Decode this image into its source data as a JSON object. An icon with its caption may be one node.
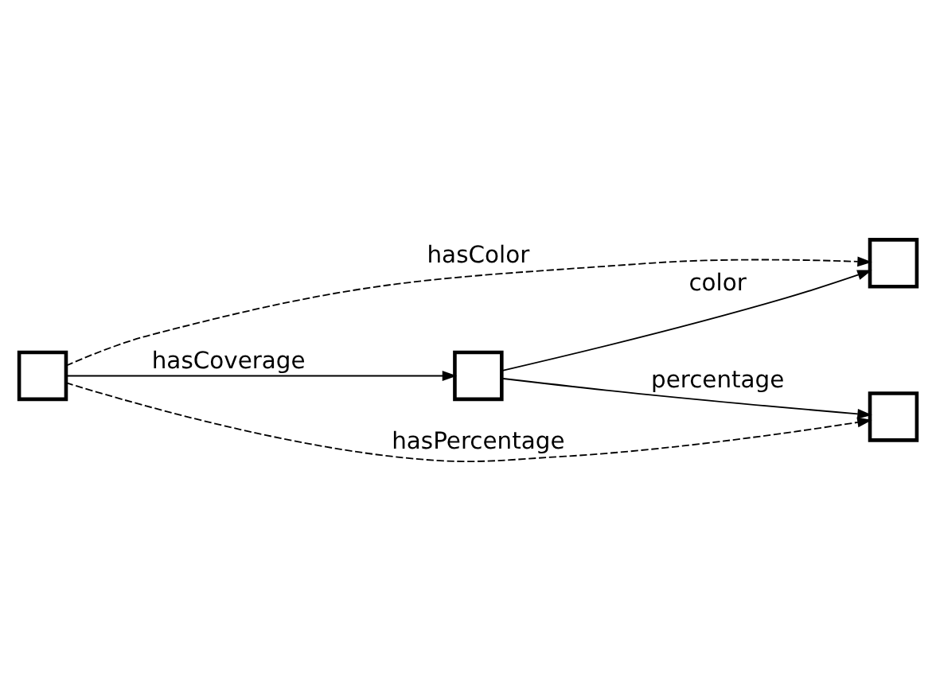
{
  "diagram": {
    "nodes": [
      {
        "text": [],
        "shape": "box"
      },
      {
        "text": [],
        "shape": "box"
      },
      {
        "text": [],
        "shape": "box"
      },
      {
        "text": [],
        "shape": "box"
      }
    ],
    "edges": [
      {
        "from": 0,
        "to": 2,
        "arrow": "to",
        "label": "hasColor",
        "style": "dashed"
      },
      {
        "from": 0,
        "to": 1,
        "arrow": "to",
        "label": "hasCoverage"
      },
      {
        "from": 1,
        "to": 2,
        "arrow": "to",
        "label": "color"
      },
      {
        "from": 1,
        "to": 3,
        "arrow": "to",
        "label": "percentage"
      },
      {
        "from": 0,
        "to": 3,
        "arrow": "to",
        "label": "hasPercentage",
        "style": "dashed"
      }
    ]
  }
}
